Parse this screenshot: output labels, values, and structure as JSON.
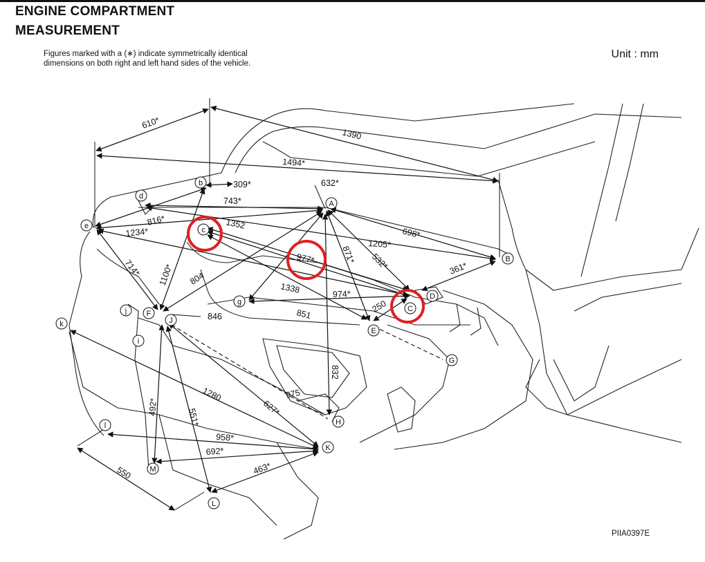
{
  "header": {
    "title_line1": "ENGINE COMPARTMENT",
    "title_line2": "MEASUREMENT",
    "note_line1": "Figures marked with a (∗) indicate symmetrically identical",
    "note_line2": "dimensions on both right and left hand sides of the vehicle.",
    "unit": "Unit : mm"
  },
  "figure_code": "PIIA0397E",
  "points": [
    "b",
    "d",
    "e",
    "c",
    "A",
    "B",
    "C",
    "D",
    "g",
    "E",
    "G",
    "F",
    "J",
    "i",
    "j",
    "k",
    "H",
    "K",
    "l",
    "M",
    "L"
  ],
  "dimensions": [
    "610*",
    "1390",
    "1494*",
    "309*",
    "632*",
    "743*",
    "816*",
    "1234*",
    "1352",
    "698*",
    "1205*",
    "977*",
    "871*",
    "532*",
    "361*",
    "714*",
    "1100*",
    "804",
    "1338",
    "974*",
    "250",
    "851",
    "846",
    "832",
    "1280",
    "975",
    "627*",
    "492*",
    "551*",
    "958*",
    "692*",
    "463*",
    "550"
  ],
  "highlight_color": "#e02020"
}
